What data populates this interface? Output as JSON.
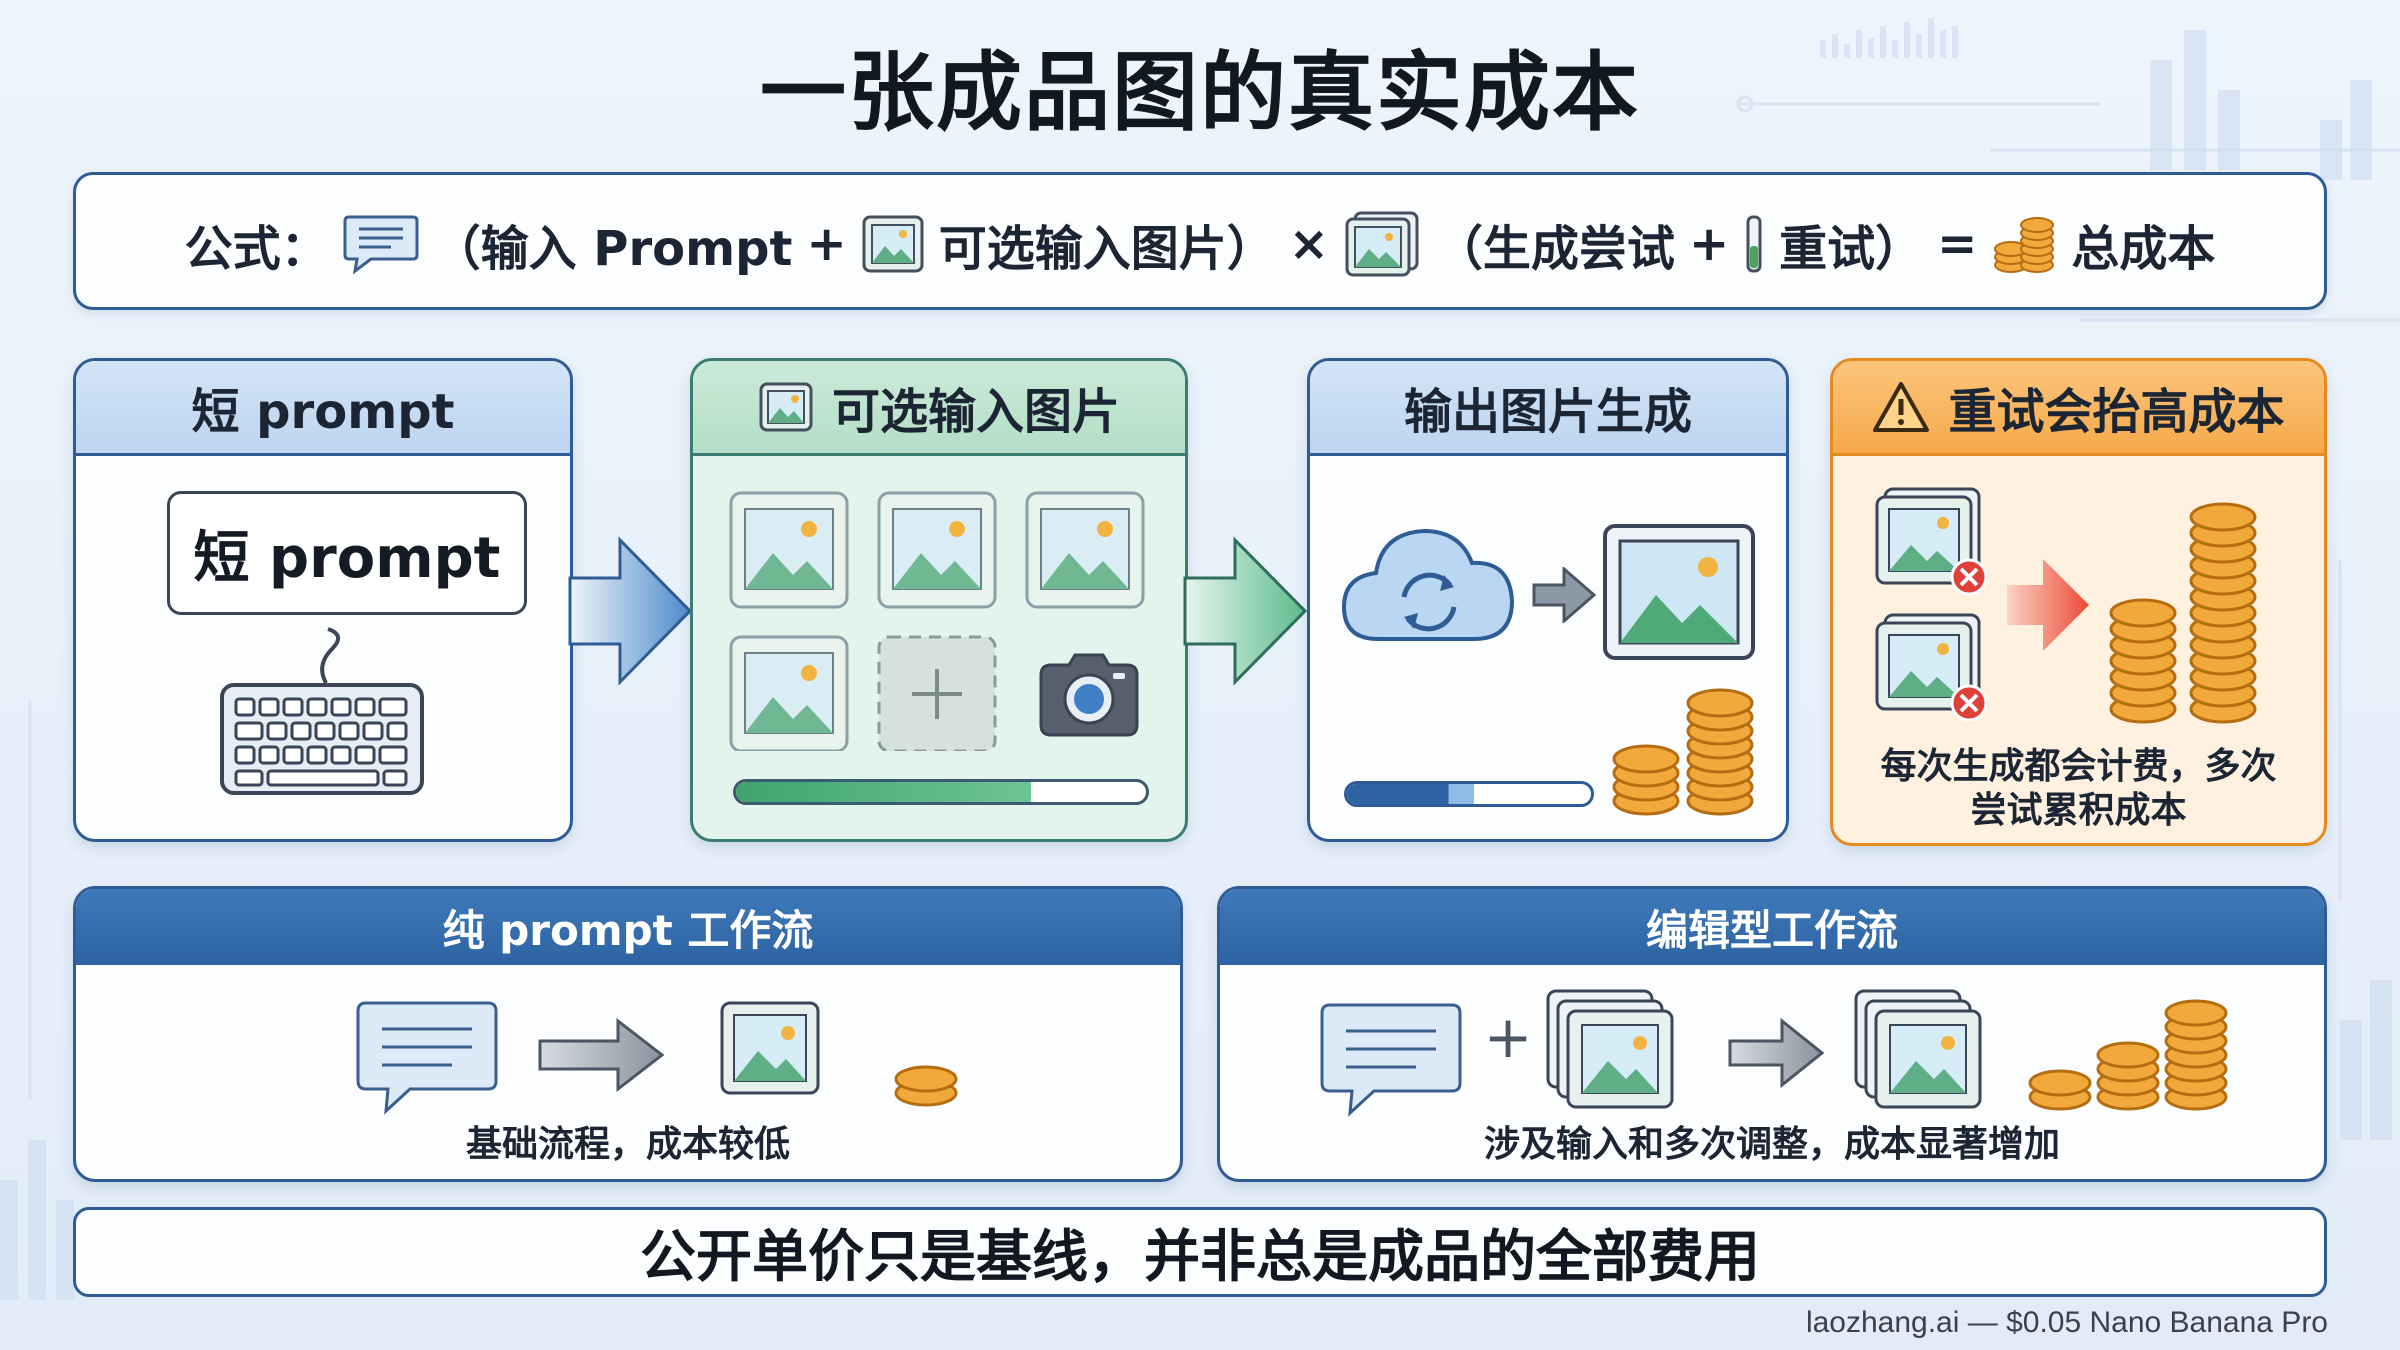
{
  "title": "一张成品图的真实成本",
  "formula": {
    "label": "公式：",
    "part1": "（输入 Prompt",
    "plus1": "+",
    "part2": "可选输入图片）",
    "times": "×",
    "part3": "（生成尝试",
    "plus2": "+",
    "part4": "重试）",
    "equals": "=",
    "result": "总成本"
  },
  "cards": {
    "short_prompt": {
      "header": "短 prompt",
      "box_text": "短 prompt"
    },
    "optional_images": {
      "header": "可选输入图片",
      "progress": 0.72
    },
    "output": {
      "header": "输出图片生成",
      "progress": 0.52
    },
    "retry": {
      "header": "重试会抬高成本",
      "note_line1": "每次生成都会计费，多次",
      "note_line2": "尝试累积成本"
    }
  },
  "workflows": {
    "pure": {
      "header": "纯 prompt 工作流",
      "caption": "基础流程，成本较低",
      "plus": ""
    },
    "edit": {
      "header": "编辑型工作流",
      "caption": "涉及输入和多次调整，成本显著增加",
      "plus": "+"
    }
  },
  "footer": "公开单价只是基线，并非总是成品的全部费用",
  "credit": "laozhang.ai — $0.05 Nano Banana Pro",
  "colors": {
    "navy": "#2f5c95",
    "header_blue": "#2d63a2",
    "green": "#3c7d72",
    "orange": "#f6a94a",
    "coin": "#f2a93b",
    "danger": "#e0403a"
  }
}
